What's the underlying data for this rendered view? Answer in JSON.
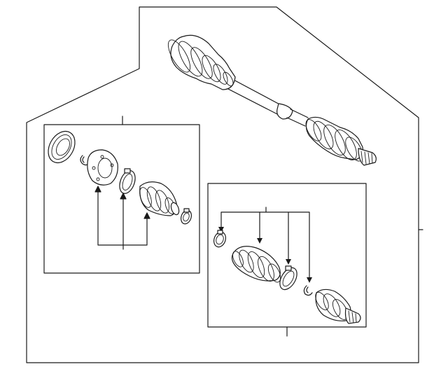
{
  "diagram": {
    "description_labels": [],
    "colors": {
      "line": "#1a1a1a",
      "background": "#ffffff"
    },
    "parts": [
      "outer-outline",
      "axle-shaft-assembly",
      "inner-joint-kit-box",
      "outer-joint-kit-box"
    ]
  }
}
